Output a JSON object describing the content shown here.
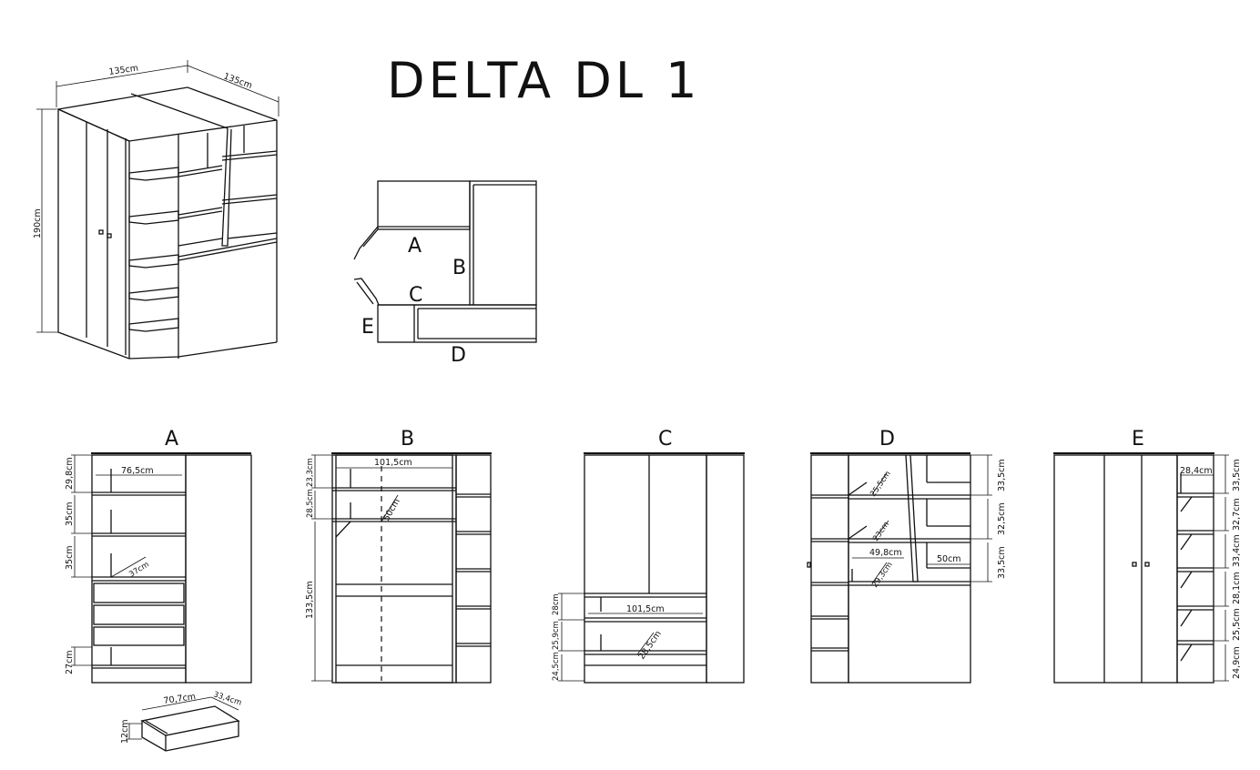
{
  "title": "DELTA DL 1",
  "iso_dims": {
    "width_left": "135cm",
    "width_right": "135cm",
    "height": "190cm"
  },
  "plan_labels": {
    "a": "A",
    "b": "B",
    "c": "C",
    "d": "D",
    "e": "E"
  },
  "elevations": {
    "a": {
      "label": "A",
      "width": "76,5cm",
      "depth": "37cm",
      "h1": "29,8cm",
      "h2": "35cm",
      "h3": "35cm",
      "h4": "27cm"
    },
    "b": {
      "label": "B",
      "width": "101,5cm",
      "depth": "50cm",
      "h1": "23,3cm",
      "h2": "28,5cm",
      "h3": "133,5cm"
    },
    "c": {
      "label": "C",
      "width": "101,5cm",
      "depth": "28,5cm",
      "h1": "28cm",
      "h2": "25,9cm",
      "h3": "24,5cm"
    },
    "d": {
      "label": "D",
      "depth1": "25,5cm",
      "depth2": "23cm",
      "width": "49,8cm",
      "depth3": "29,3cm",
      "width2": "50cm",
      "h1": "33,5cm",
      "h2": "32,5cm",
      "h3": "33,5cm"
    },
    "e": {
      "label": "E",
      "width": "28,4cm",
      "h1": "33,5cm",
      "h2": "32,7cm",
      "h3": "33,4cm",
      "h4": "28,1cm",
      "h5": "25,5cm",
      "h6": "24,9cm"
    }
  },
  "drawer": {
    "width": "70,7cm",
    "depth": "33,4cm",
    "height": "12cm"
  }
}
